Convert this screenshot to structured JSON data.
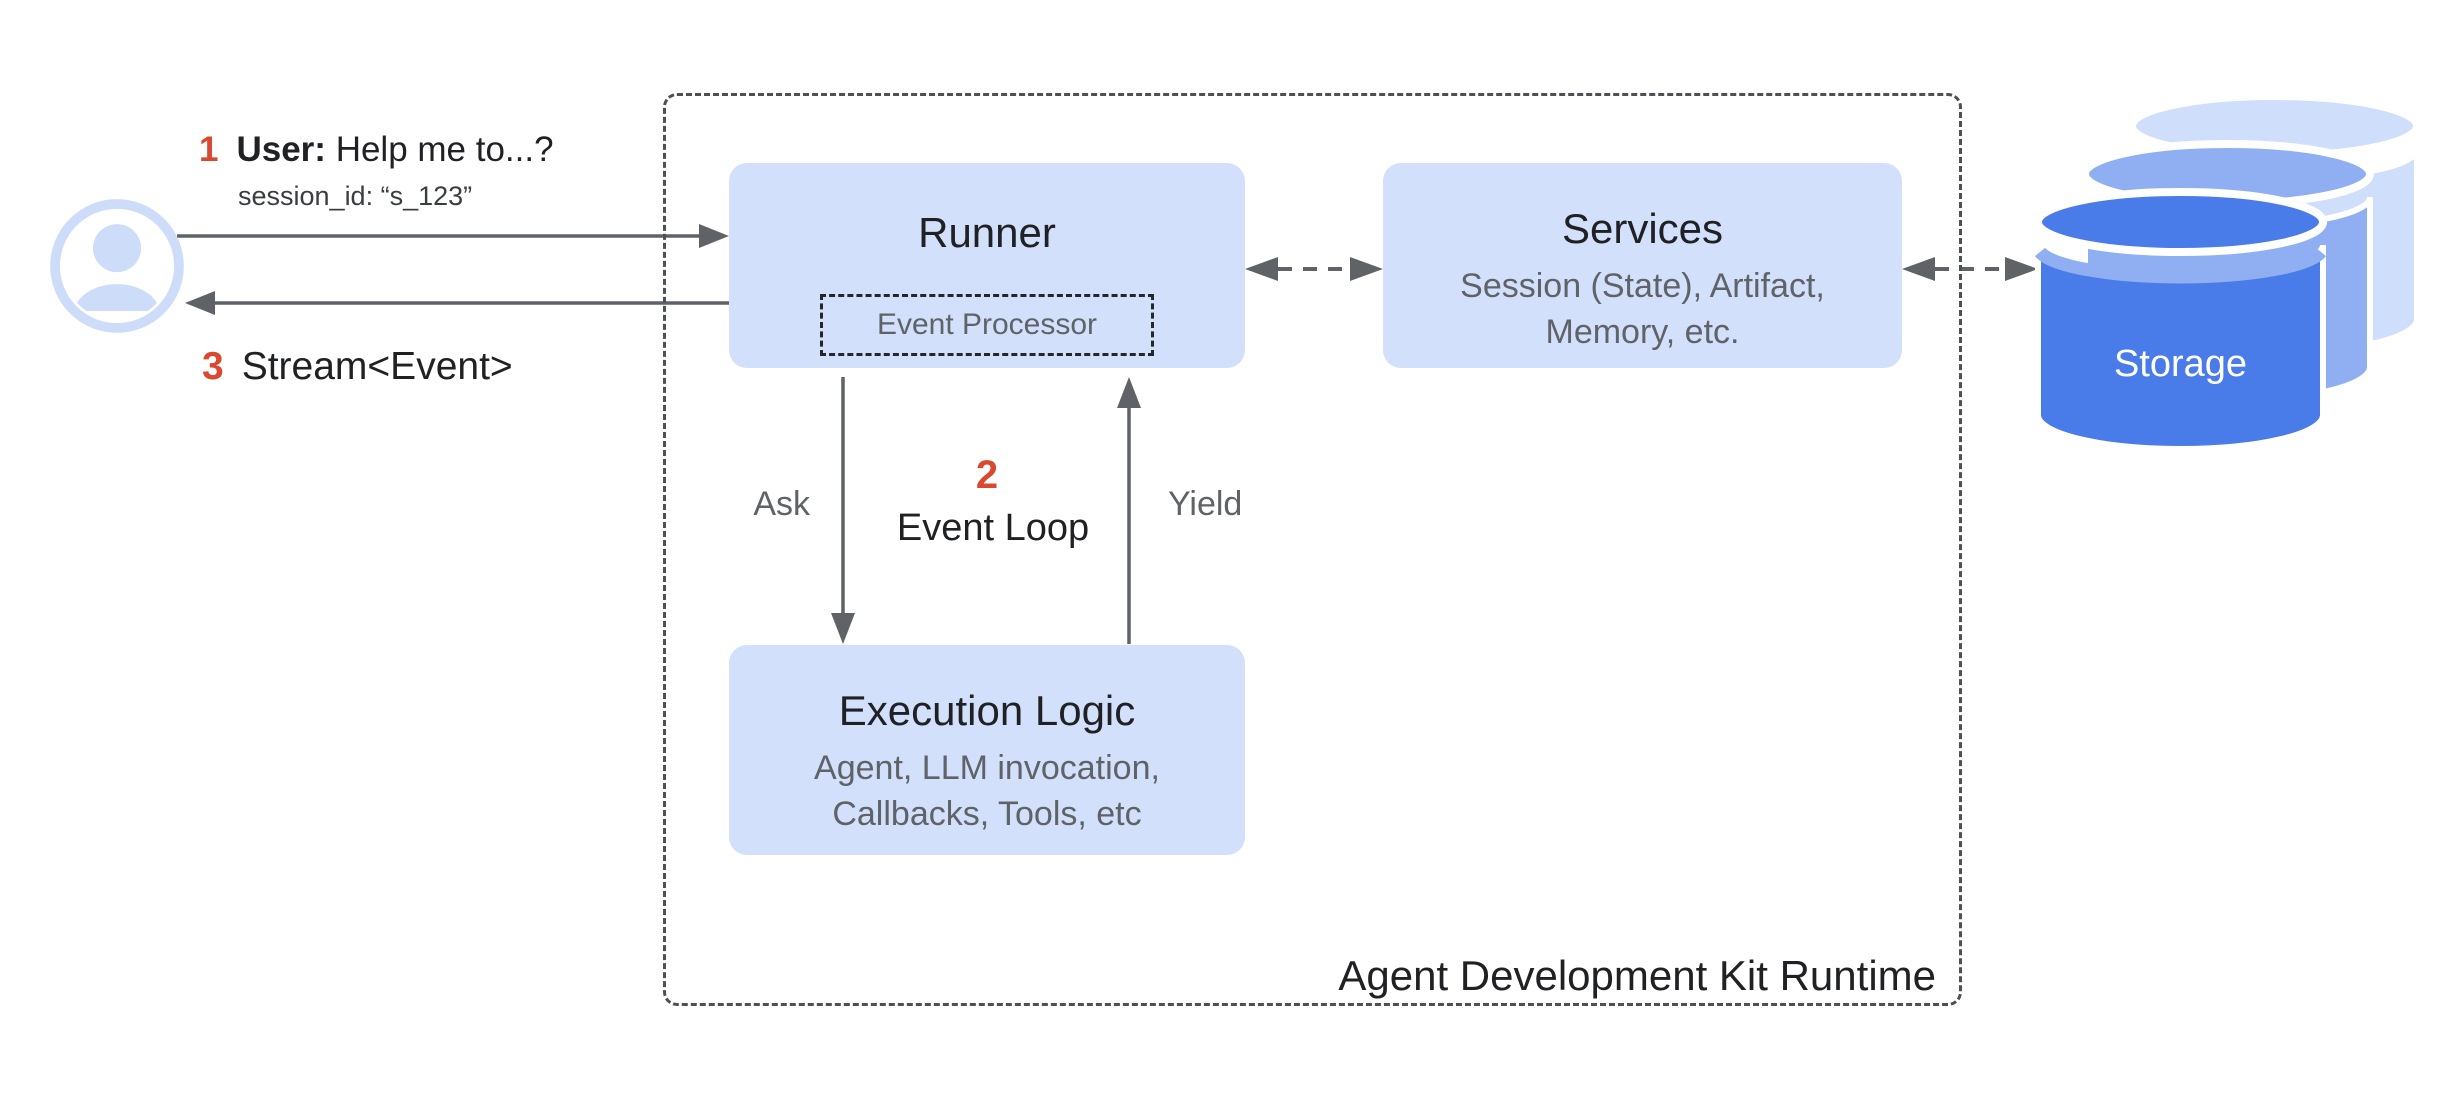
{
  "diagram": {
    "step1": {
      "number": "1",
      "actor": "User:",
      "message": "Help me to...?",
      "session_id": "session_id: “s_123”"
    },
    "step3": {
      "number": "3",
      "text": "Stream<Event>"
    },
    "runner": {
      "title": "Runner",
      "event_processor": "Event Processor"
    },
    "services": {
      "title": "Services",
      "details_line1": "Session (State), Artifact,",
      "details_line2": "Memory, etc."
    },
    "execution_logic": {
      "title": "Execution Logic",
      "details_line1": "Agent, LLM invocation,",
      "details_line2": "Callbacks, Tools, etc"
    },
    "event_loop": {
      "number": "2",
      "label": "Event Loop",
      "ask": "Ask",
      "yield": "Yield"
    },
    "container_label": "Agent Development Kit Runtime",
    "storage": {
      "label": "Storage"
    },
    "colors": {
      "accent_red": "#d9482f",
      "box_blue": "#d3e0fc",
      "arrow_gray": "#5f6368",
      "text_dark": "#202124",
      "text_gray": "#5f6368",
      "storage_front": "#4a7ce9",
      "storage_middle": "#8faff2",
      "storage_back": "#cfdefb",
      "avatar_blue": "#cdddf9"
    }
  }
}
